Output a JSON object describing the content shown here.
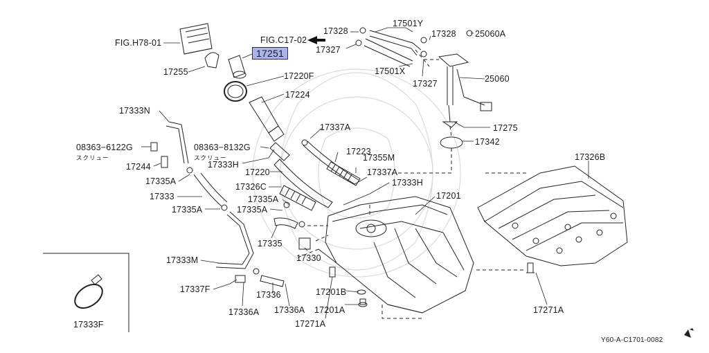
{
  "diagram": {
    "highlighted_part": "17251",
    "fig_refs": [
      "FIG.H78-01",
      "FIG.C17-02"
    ],
    "image_code": "Y60-A-C1701-0082",
    "inset_label": "17333F",
    "screw_note": "スクリュー",
    "labels": {
      "fig_h78": "FIG.H78-01",
      "fig_c17": "FIG.C17-02",
      "p17251": "17251",
      "p17255": "17255",
      "p17220F": "17220F",
      "p17224": "17224",
      "p17328a": "17328",
      "p17327a": "17327",
      "p17501Y": "17501Y",
      "p17501X": "17501X",
      "p17328b": "17328",
      "p25060A": "25060A",
      "p25060": "25060",
      "p17327b": "17327",
      "p17275": "17275",
      "p17342": "17342",
      "p17333N": "17333N",
      "p08363_6122G": "08363−6122G",
      "screw1": "スクリュー",
      "p17244": "17244",
      "p17335A_1": "17335A",
      "p17333": "17333",
      "p17335A_2": "17335A",
      "p08363_8132G": "08363−8132G",
      "screw2": "スクリュー",
      "p17333H_1": "17333H",
      "p17337A_1": "17337A",
      "p17223": "17223",
      "p17355M": "17355M",
      "p17220": "17220",
      "p17337A_2": "17337A",
      "p17333H_2": "17333H",
      "p17326C": "17326C",
      "p17335A_3": "17335A",
      "p17335A_4": "17335A",
      "p17201": "17201",
      "p17335": "17335",
      "p17330": "17330",
      "p17333M": "17333M",
      "p17337F": "17337F",
      "p17336": "17336",
      "p17201B": "17201B",
      "p17336A_1": "17336A",
      "p17336A_2": "17336A",
      "p17201A": "17201A",
      "p17271A_1": "17271A",
      "p17326B": "17326B",
      "p17271A_2": "17271A"
    }
  }
}
